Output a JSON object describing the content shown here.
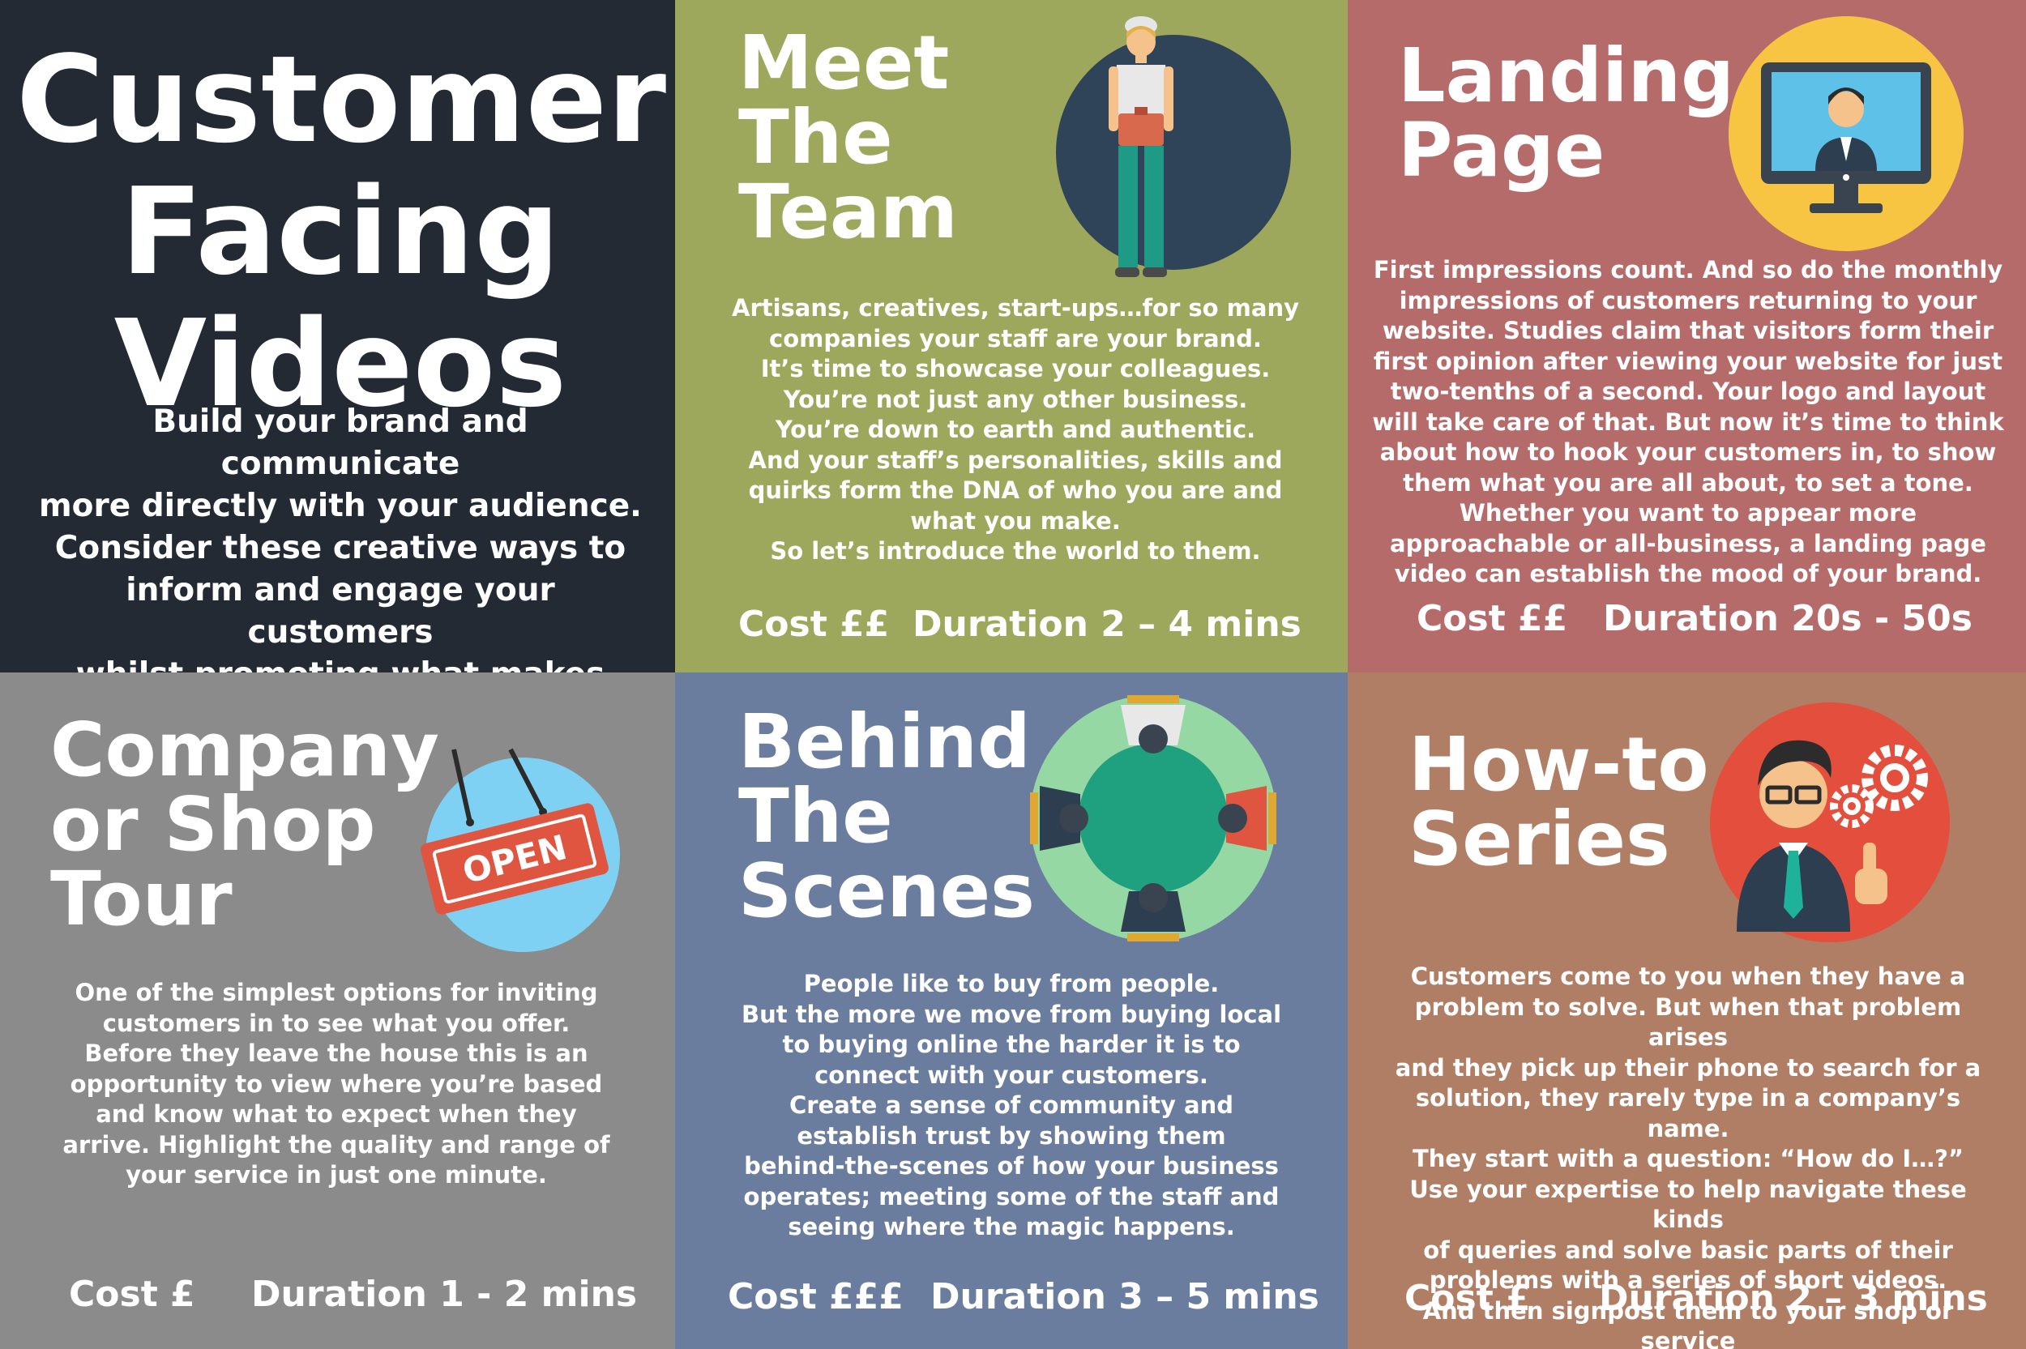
{
  "intro": {
    "title": "Customer\nFacing\nVideos",
    "body": "Build your brand and communicate\nmore directly with your audience.\nConsider these creative ways to\ninform and engage your customers\nwhilst promoting what makes your\nbusiness unique."
  },
  "sections": {
    "team": {
      "title": "Meet\nThe\nTeam",
      "body": "Artisans, creatives, start-ups…for so many\ncompanies your staff are your brand.\nIt’s time to showcase your colleagues.\nYou’re not just any other business.\nYou’re down to earth and authentic.\nAnd your staff’s personalities, skills and\nquirks form the DNA of who you are and\nwhat you make.\nSo let’s introduce the world to them.",
      "cost": "Cost ££",
      "duration": "Duration 2 – 4 mins",
      "icon": "team-member-icon"
    },
    "landing": {
      "title": "Landing\nPage",
      "body": "First impressions count. And so do the monthly\nimpressions of customers returning to your\nwebsite. Studies claim that visitors form their\nfirst opinion after viewing your website for just\ntwo-tenths of a second. Your logo and layout\nwill take care of that. But now it’s time to think\nabout how to hook your customers in, to show\nthem what you are all about, to set a tone.\nWhether you want to appear more\napproachable or all-business, a landing page\nvideo can establish the mood of your brand.",
      "cost": "Cost ££",
      "duration": "Duration 20s - 50s",
      "icon": "monitor-video-icon"
    },
    "tour": {
      "title": "Company\nor Shop\nTour",
      "body": "One of the simplest options for inviting\ncustomers in to see what you offer.\nBefore they leave the house this is an\nopportunity to view where you’re based\nand know what to expect when they\narrive. Highlight the quality and range of\nyour service in just one minute.",
      "cost": "Cost £",
      "duration": "Duration 1 - 2 mins",
      "icon": "open-sign-icon",
      "sign_text": "OPEN"
    },
    "scenes": {
      "title": "Behind\nThe\nScenes",
      "body": "People like to buy from people.\nBut the more we move from buying local\nto buying online the harder it is to\nconnect with your customers.\nCreate a sense of community and\nestablish trust by showing them\nbehind-the-scenes of how your business\noperates; meeting some of the staff and\nseeing where the magic happens.",
      "cost": "Cost £££",
      "duration": "Duration 3 – 5 mins",
      "icon": "meeting-table-icon"
    },
    "howto": {
      "title": "How-to\nSeries",
      "body": "Customers come to you when they have a\nproblem to solve. But when that problem arises\nand they pick up their phone to search for a\nsolution, they rarely type in a company’s name.\nThey start with a question: “How do I…?”\nUse your expertise to help navigate these kinds\nof queries and solve basic parts of their\nproblems with a series of short videos.\nAnd then signpost them to your shop or service\nfor further professional help and support.",
      "cost": "Cost £",
      "duration": "Duration 2 – 3 mins",
      "icon": "expert-gears-icon"
    }
  },
  "colors": {
    "intro_bg": "#232a33",
    "team_bg": "#9da85d",
    "landing_bg": "#b56b6a",
    "tour_bg": "#8b8b8b",
    "scenes_bg": "#6b7d9f",
    "howto_bg": "#b07e64"
  }
}
